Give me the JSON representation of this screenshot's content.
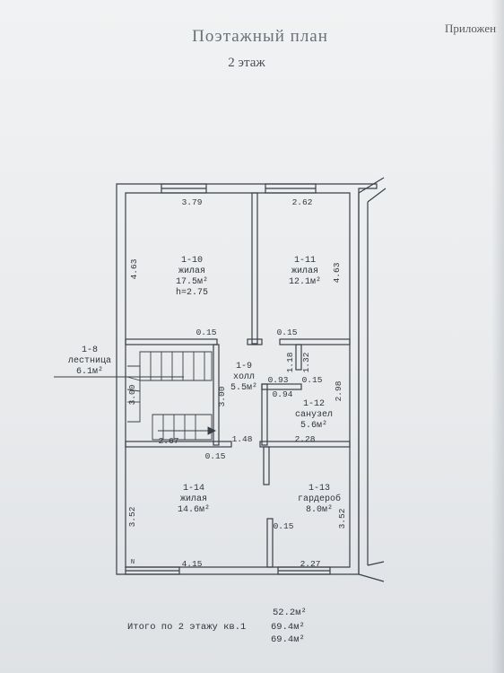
{
  "header": {
    "title": "Поэтажный план",
    "subtitle": "2 этаж",
    "corner_label": "Приложен"
  },
  "rooms": [
    {
      "id": "1-10",
      "type": "жилая",
      "area": "17.5м²",
      "height": "h=2.75"
    },
    {
      "id": "1-11",
      "type": "жилая",
      "area": "12.1м²"
    },
    {
      "id": "1-9",
      "type": "холл",
      "area": "5.5м²"
    },
    {
      "id": "1-8",
      "type": "лестница",
      "area": "6.1м²"
    },
    {
      "id": "1-12",
      "type": "санузел",
      "area": "5.6м²"
    },
    {
      "id": "1-14",
      "type": "жилая",
      "area": "14.6м²"
    },
    {
      "id": "1-13",
      "type": "гардероб",
      "area": "8.0м²"
    }
  ],
  "dimensions": {
    "top_left": "3.79",
    "top_right": "2.62",
    "left_upper": "4.63",
    "right_upper": "4.63",
    "wall_a": "0.15",
    "wall_b": "0.15",
    "hall_vert_a": "1.18",
    "hall_vert_b": "1.32",
    "bath_top": "0.93",
    "bath_wall": "0.15",
    "bath_width": "0.94",
    "bath_side": "2.98",
    "stair_a": "3.00",
    "stair_b": "3.00",
    "stair_bottom": "2.67",
    "hall_bottom": "1.48",
    "bath_bottom": "2.28",
    "wall_c": "0.15",
    "wall_d": "0.15",
    "left_lower": "3.52",
    "right_lower": "3.52",
    "bottom_left": "4.15",
    "bottom_right": "2.27",
    "corner_mark": "N"
  },
  "totals": {
    "area_top": "52.2м²",
    "label": "Итого по 2 этажу кв.1",
    "area_mid": "69.4м²",
    "area_bottom": "69.4м²"
  }
}
